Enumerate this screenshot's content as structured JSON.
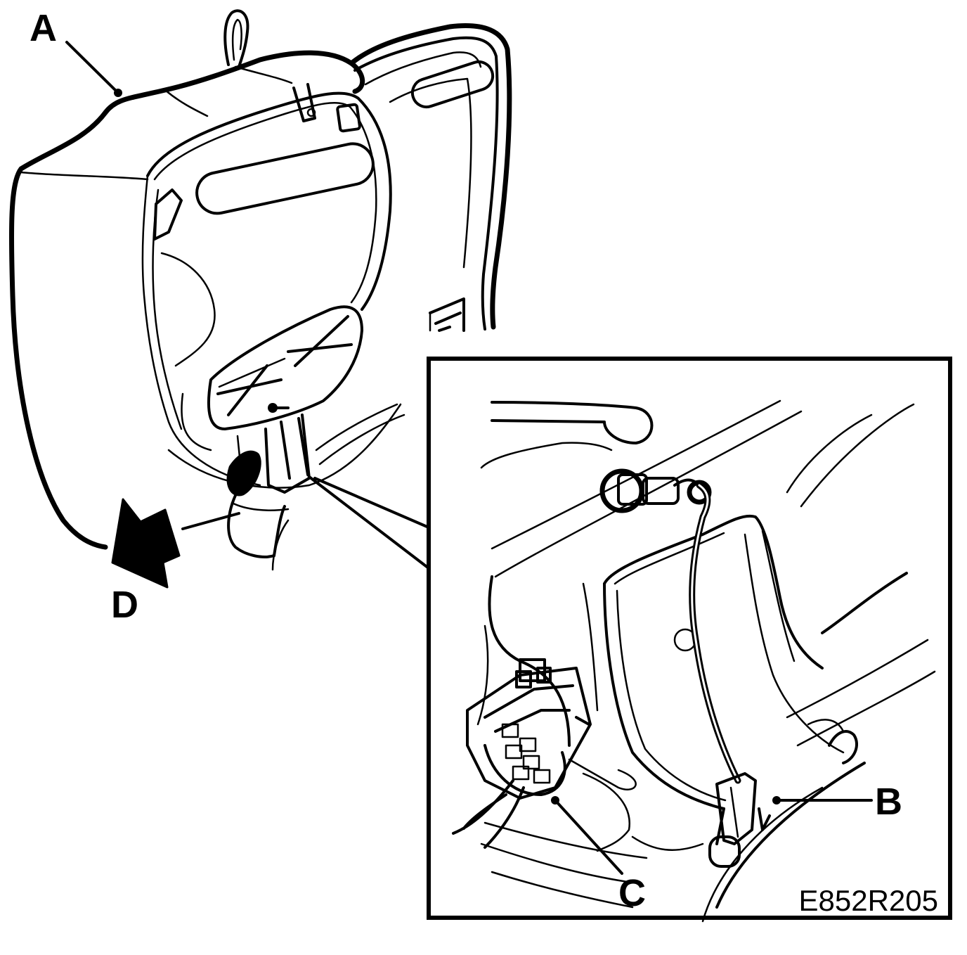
{
  "labels": {
    "a": "A",
    "b": "B",
    "c": "C",
    "d": "D"
  },
  "figure_code": "E852R205",
  "colors": {
    "ink": "#000000",
    "paper": "#ffffff"
  }
}
